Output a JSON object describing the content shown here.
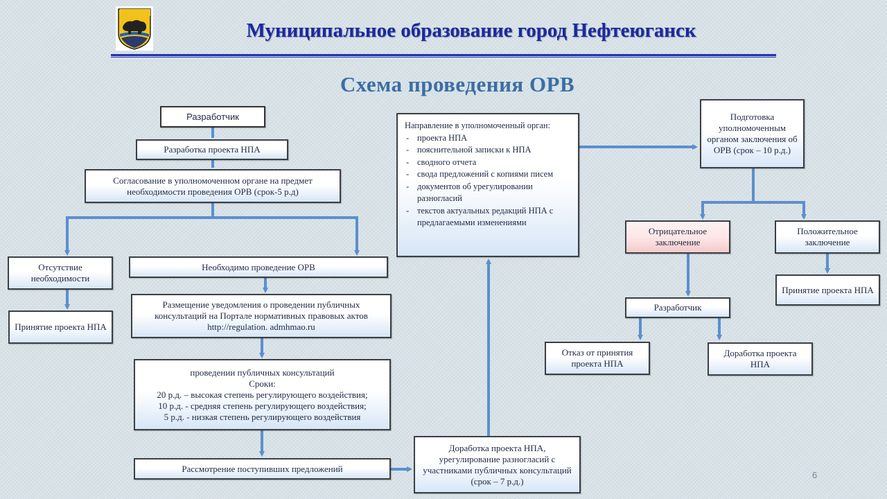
{
  "header": {
    "title": "Муниципальное образование город Нефтеюганск"
  },
  "scheme_title": "Схема проведения ОРВ",
  "boxes": {
    "developer_top": "Разработчик",
    "develop_draft": "Разработка проекта НПА",
    "approval": "Согласование в уполномоченном органе на предмет необходимости проведения ОРВ (срок-5 р.д)",
    "absence": "Отсутствие необходимости",
    "adopt_left": "Принятие проекта НПА",
    "orv_needed": "Необходимо проведение ОРВ",
    "notice": "Размещение уведомления о проведении публичных консультаций на Портале нормативных правовых актов http://regulation. admhmao.ru",
    "consult_line1": "проведении публичных консультаций",
    "consult_line2": "Сроки:",
    "consult_line3": "20 р.д. – высокая степень регулирующего воздействия;",
    "consult_line4": "10 р.д. - средняя степень регулирующего воздействия;",
    "consult_line5": "5 р.д. - низкая степень регулирующего воздействия",
    "review": "Рассмотрение поступивших предложений",
    "rework_resolve": "Доработка проекта НПА, урегулирование разногласий с участниками публичных консультаций (срок – 7 р.д.)",
    "direction_title": "Направление в уполномоченный орган:",
    "direction_items": [
      "проекта НПА",
      "пояснительной записки к НПА",
      "сводного отчета",
      "свода предложений с копиями писем",
      "документов об урегулировании разногласий",
      "текстов актуальных редакций НПА с предлагаемыми изменениями"
    ],
    "prepare_conclusion": "Подготовка уполномоченным органом заключения об ОРВ (срок – 10 р.д.)",
    "negative": "Отрицательное заключение",
    "positive": "Положительное заключение",
    "adopt_right": "Принятие проекта НПА",
    "developer_bottom": "Разработчик",
    "refusal": "Отказ от принятия проекта НПА",
    "rework_right": "Доработка проекта НПА"
  },
  "page_number": "6",
  "colors": {
    "title_blue": "#1a2a9c",
    "scheme_blue": "#3b6ea5",
    "arrow_blue": "#5b8fcf",
    "header_rule": "#1f2fb4"
  }
}
